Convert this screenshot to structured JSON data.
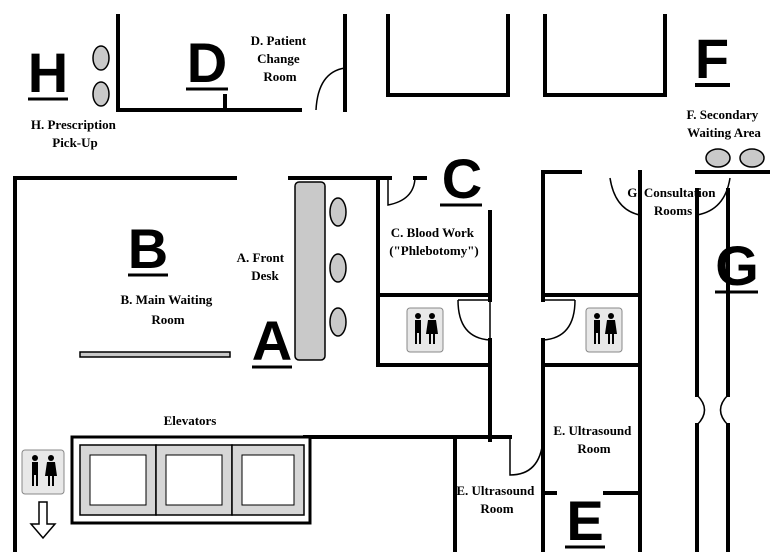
{
  "letters": {
    "a": "A",
    "b": "B",
    "c": "C",
    "d": "D",
    "e": "E",
    "f": "F",
    "g": "G",
    "h": "H"
  },
  "labels": {
    "front_desk_1": "A. Front",
    "front_desk_2": "Desk",
    "main_waiting_1": "B. Main Waiting",
    "main_waiting_2": "Room",
    "blood_work_1": "C. Blood Work",
    "blood_work_2": "(\"Phlebotomy\")",
    "patient_change_1": "D. Patient",
    "patient_change_2": "Change",
    "patient_change_3": "Room",
    "ultrasound_right_1": "E. Ultrasound",
    "ultrasound_right_2": "Room",
    "ultrasound_left_1": "E. Ultrasound",
    "ultrasound_left_2": "Room",
    "secondary_waiting_1": "F. Secondary",
    "secondary_waiting_2": "Waiting Area",
    "consultation_1": "G. Consultation",
    "consultation_2": "Rooms",
    "prescription_1": "H. Prescription",
    "prescription_2": "Pick-Up",
    "elevators": "Elevators"
  },
  "icons": {
    "restroom": "restroom-icon",
    "down_arrow": "down-arrow-icon",
    "seat": "waiting-seat-icon"
  },
  "colors": {
    "wall": "#000000",
    "furniture": "#c9c9c9",
    "background": "#ffffff"
  }
}
